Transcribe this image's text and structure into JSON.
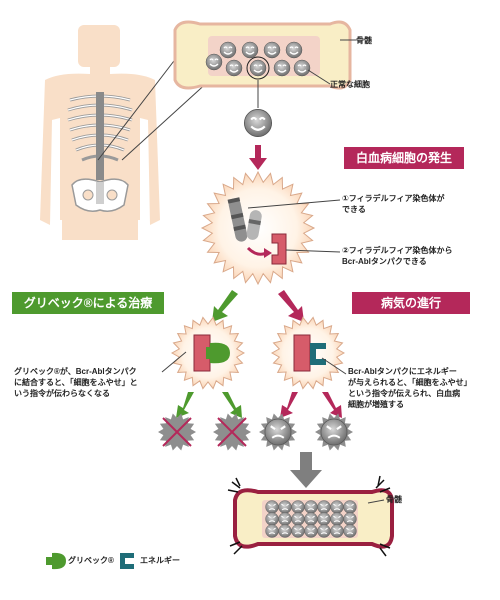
{
  "labels": {
    "bone_marrow_top": "骨髄",
    "normal_cells": "正常な細胞",
    "onset_title": "白血病細胞の発生",
    "philadelphia": "①フィラデルフィア染色体が\nできる",
    "bcr_abl": "②フィラデルフィア染色体から\nBcr-Ablタンパクできる",
    "treatment_title": "グリベック®による治療",
    "progression_title": "病気の進行",
    "treatment_desc": "グリベック®が、Bcr-Ablタンパク\nに結合すると、「細胞をふやせ」と\nいう指令が伝わらなくなる",
    "progression_desc": "Bcr-Ablタンパクにエネルギー\nが与えられると、「細胞をふやせ」\nという指令が伝えられ、白血病\n細胞が増殖する",
    "bone_marrow_bottom": "骨髄",
    "legend_glivec": "グリベック®",
    "legend_energy": "エネルギー"
  },
  "colors": {
    "skin": "#f9dfc8",
    "marrow_fill": "#f9eec6",
    "marrow_border": "#f2c9b2",
    "red": "#b4285a",
    "green": "#4e9a2e",
    "teal": "#1f6d78",
    "protein": "#d65c6a",
    "gray_cell": "#8e8e8e"
  }
}
